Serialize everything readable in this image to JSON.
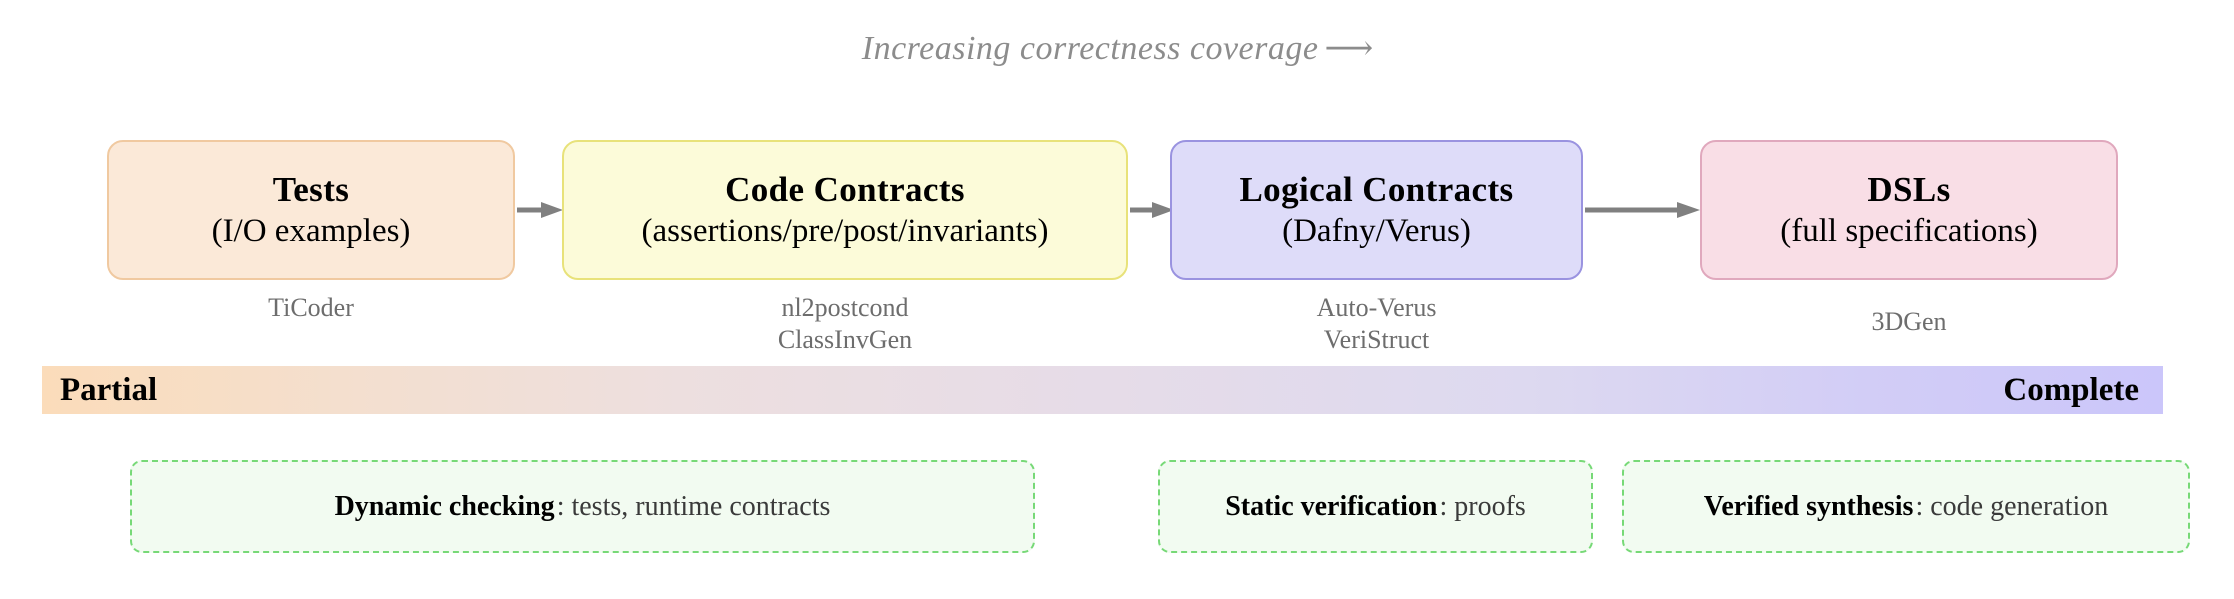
{
  "heading": {
    "text": "Increasing correctness coverage",
    "arrow": "⟶",
    "color": "#8c8c8c"
  },
  "stages": [
    {
      "name": "tests",
      "title": "Tests",
      "subtitle": "(I/O examples)",
      "fill": "#fbe9d8",
      "border": "#f0c9a0",
      "tools": [
        "TiCoder"
      ]
    },
    {
      "name": "code-contracts",
      "title": "Code Contracts",
      "subtitle": "(assertions/pre/post/invariants)",
      "fill": "#fcfbd9",
      "border": "#e8e27a",
      "tools": [
        "nl2postcond",
        "ClassInvGen"
      ]
    },
    {
      "name": "logical-contracts",
      "title": "Logical Contracts",
      "subtitle": "(Dafny/Verus)",
      "fill": "#dedcf9",
      "border": "#9a93e0",
      "tools": [
        "Auto-Verus",
        "VeriStruct"
      ]
    },
    {
      "name": "dsls",
      "title": "DSLs",
      "subtitle": "(full specifications)",
      "fill": "#f9dee6",
      "border": "#e0a8bd",
      "tools": [
        "3DGen"
      ]
    }
  ],
  "connectors": {
    "color": "#808080",
    "count": 3
  },
  "spectrum": {
    "left_label": "Partial",
    "right_label": "Complete",
    "gradient_from": "#fbdcba",
    "gradient_mid": "#e6dce8",
    "gradient_to": "#cbc6fa"
  },
  "notes": [
    {
      "name": "dynamic-checking",
      "lead": "Dynamic checking",
      "rest": ": tests, runtime contracts"
    },
    {
      "name": "static-verification",
      "lead": "Static verification",
      "rest": ": proofs"
    },
    {
      "name": "verified-synthesis",
      "lead": "Verified synthesis",
      "rest": ": code generation"
    }
  ]
}
